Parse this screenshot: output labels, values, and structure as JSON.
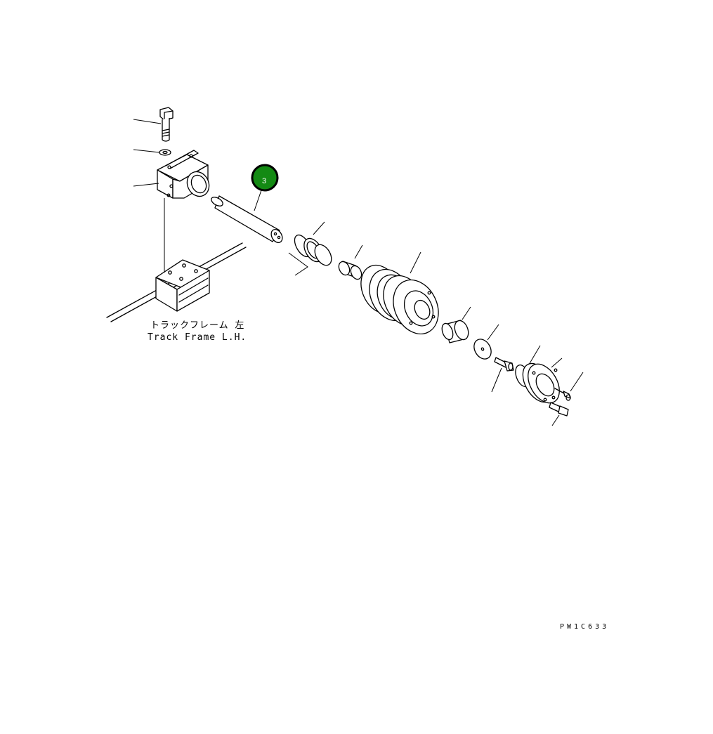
{
  "frame_label_jp": "トラックフレーム 左",
  "frame_label_en": "Track Frame L.H.",
  "drawing_code": "PW1C633",
  "highlighted_callout": {
    "number": "3",
    "fill_color": "#138a13",
    "ring_color": "#000000"
  }
}
